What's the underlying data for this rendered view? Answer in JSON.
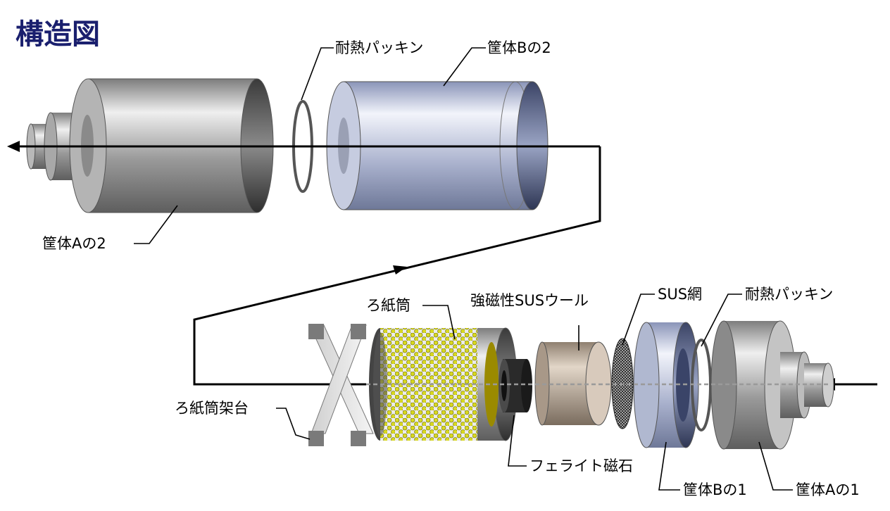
{
  "title": "構造図",
  "labels": {
    "gasket_top": "耐熱パッキン",
    "housing_b2": "筐体Bの2",
    "housing_a2": "筐体Aの2",
    "filter_tube": "ろ紙筒",
    "sus_wool": "強磁性SUSウール",
    "sus_mesh": "SUS網",
    "gasket_bottom": "耐熱パッキン",
    "filter_stand": "ろ紙筒架台",
    "ferrite_magnet": "フェライト磁石",
    "housing_b1": "筐体Bの1",
    "housing_a1": "筐体Aの1"
  },
  "colors": {
    "title": "#1a1f6e",
    "housing_a": "#9a9a9a",
    "housing_b": "#9aa6c8",
    "filter_holes": "#d8d820",
    "wool": "#bfae9c"
  }
}
